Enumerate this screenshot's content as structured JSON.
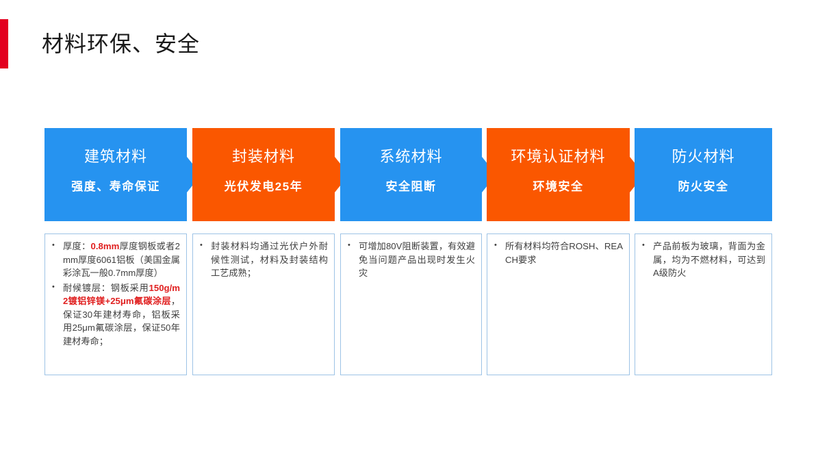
{
  "slide": {
    "title": "材料环保、安全",
    "accent_color": "#e3001f",
    "blue": "#2693f0",
    "orange": "#fa5700",
    "highlight_color": "#e02020",
    "box_border_color": "#9dc3e6"
  },
  "process": [
    {
      "id": "construction-material",
      "color": "blue",
      "title": "建筑材料",
      "subtitle": "强度、寿命保证"
    },
    {
      "id": "encapsulation-material",
      "color": "orange",
      "title": "封装材料",
      "subtitle": "光伏发电25年"
    },
    {
      "id": "system-material",
      "color": "blue",
      "title": "系统材料",
      "subtitle": "安全阻断"
    },
    {
      "id": "environment-certified-material",
      "color": "orange",
      "title": "环境认证材料",
      "subtitle": "环境安全"
    },
    {
      "id": "fireproof-material",
      "color": "blue",
      "title": "防火材料",
      "subtitle": "防火安全"
    }
  ],
  "details": [
    {
      "id": "construction-material-detail",
      "bullets": [
        {
          "segments": [
            {
              "text": "厚度：",
              "highlight": false
            },
            {
              "text": "0.8mm",
              "highlight": true
            },
            {
              "text": "厚度钢板或者2mm厚度6061铝板（美国金属彩涂瓦一般0.7mm厚度）",
              "highlight": false
            }
          ]
        },
        {
          "segments": [
            {
              "text": "耐候镀层：钢板采用",
              "highlight": false
            },
            {
              "text": "150g/m2镀铝锌镁+25μm氟碳涂层",
              "highlight": true
            },
            {
              "text": "，保证30年建材寿命，铝板采用25μm氟碳涂层，保证50年建材寿命；",
              "highlight": false
            }
          ]
        }
      ]
    },
    {
      "id": "encapsulation-material-detail",
      "bullets": [
        {
          "segments": [
            {
              "text": "封装材料均通过光伏户外耐候性测试，材料及封装结构工艺成熟；",
              "highlight": false
            }
          ]
        }
      ]
    },
    {
      "id": "system-material-detail",
      "bullets": [
        {
          "segments": [
            {
              "text": "可增加80V阻断装置，有效避免当问题产品出现时发生火灾",
              "highlight": false
            }
          ]
        }
      ]
    },
    {
      "id": "environment-certified-material-detail",
      "bullets": [
        {
          "segments": [
            {
              "text": "所有材料均符合ROSH、REACH要求",
              "highlight": false
            }
          ]
        }
      ]
    },
    {
      "id": "fireproof-material-detail",
      "bullets": [
        {
          "segments": [
            {
              "text": "产品前板为玻璃，背面为金属，均为不燃材料，可达到A级防火",
              "highlight": false
            }
          ]
        }
      ]
    }
  ],
  "layout": {
    "banner_lefts": [
      0,
      216,
      432,
      646,
      862
    ],
    "banner_widths": [
      208,
      208,
      207,
      209,
      201
    ],
    "box_lefts": [
      0,
      216,
      432,
      646,
      862
    ],
    "box_widths": [
      208,
      208,
      207,
      209,
      201
    ]
  }
}
